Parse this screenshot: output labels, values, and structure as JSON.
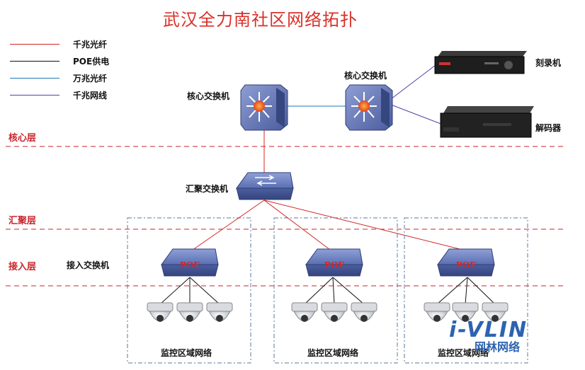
{
  "title": "武汉全力南社区网络拓扑",
  "legend": [
    {
      "label": "千兆光纤",
      "color": "#d42525"
    },
    {
      "label": "POE供电",
      "color": "#111111"
    },
    {
      "label": "万兆光纤",
      "color": "#1f78b4"
    },
    {
      "label": "千兆网线",
      "color": "#5b3ea8"
    }
  ],
  "layers": {
    "core": "核心层",
    "aggregation": "汇聚层",
    "access": "接入层"
  },
  "devices": {
    "core_switch_left": "核心交换机",
    "core_switch_right": "核心交换机",
    "recorder": "刻录机",
    "decoder": "解码器",
    "agg_switch": "汇聚交换机",
    "access_switch_label": "接入交换机",
    "poe_label": "POE"
  },
  "zones": [
    "监控区域网络",
    "监控区域网络",
    "监控区域网络"
  ],
  "watermark": {
    "brand": "i-VLIN",
    "sub": "网林网络"
  },
  "colors": {
    "layer_line": "#c8262c",
    "zone_border": "#5a7a9a",
    "switch_blue": "#5a6fb3"
  }
}
